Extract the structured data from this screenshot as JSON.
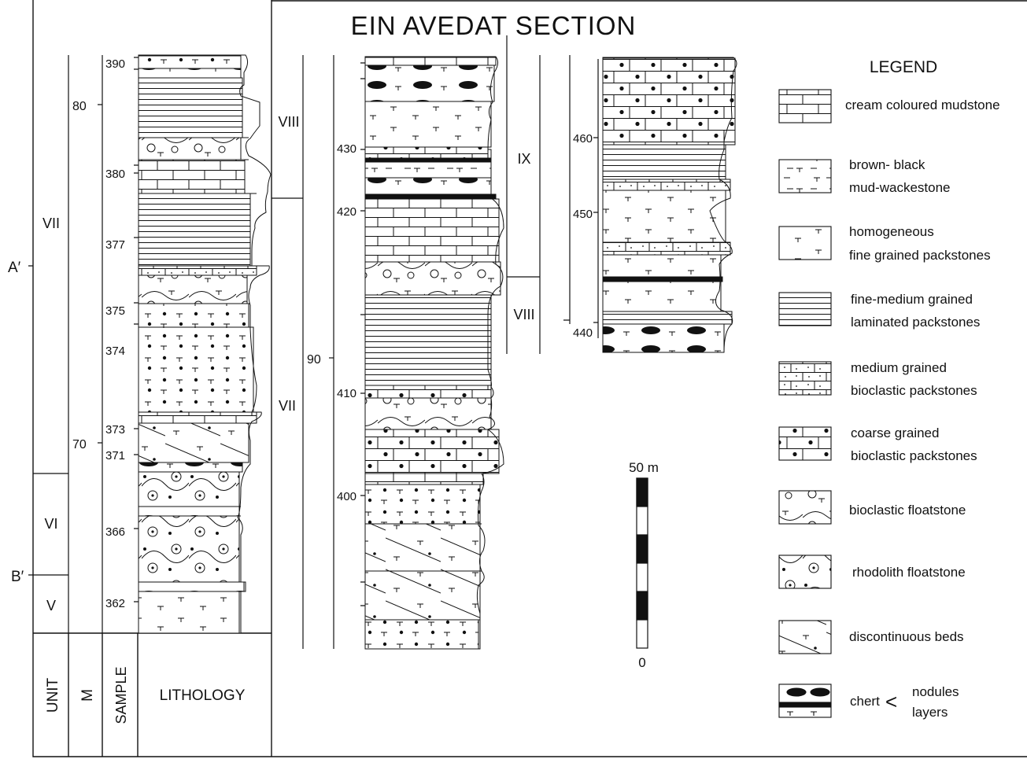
{
  "title": "EIN AVEDAT SECTION",
  "header": {
    "unit": "UNIT",
    "m": "M",
    "sample": "SAMPLE",
    "lithology": "LITHOLOGY"
  },
  "markers": [
    "A′",
    "B′"
  ],
  "column1": {
    "units": [
      "VII",
      "VI",
      "V"
    ],
    "meters": [
      "80",
      "70"
    ],
    "samples": [
      "390",
      "380",
      "377",
      "375",
      "374",
      "373",
      "371",
      "366",
      "362"
    ]
  },
  "column2": {
    "units": [
      "VIII",
      "VII"
    ],
    "meters": [
      "90"
    ],
    "samples": [
      "430",
      "420",
      "410",
      "400"
    ],
    "units_right": [
      "IX",
      "VIII"
    ]
  },
  "column3": {
    "samples": [
      "460",
      "450",
      "440"
    ]
  },
  "scale": {
    "top": "50 m",
    "bottom": "0"
  },
  "legend": {
    "title": "LEGEND",
    "items": [
      {
        "lines": [
          "cream coloured mudstone"
        ]
      },
      {
        "lines": [
          "brown- black",
          "mud-wackestone"
        ]
      },
      {
        "lines": [
          "homogeneous",
          "fine grained packstones"
        ]
      },
      {
        "lines": [
          "fine-medium grained",
          "laminated packstones"
        ]
      },
      {
        "lines": [
          "medium grained",
          "bioclastic packstones"
        ]
      },
      {
        "lines": [
          "coarse grained",
          "bioclastic packstones"
        ]
      },
      {
        "lines": [
          "bioclastic floatstone"
        ]
      },
      {
        "lines": [
          "rhodolith floatstone"
        ]
      },
      {
        "lines": [
          "discontinuous beds"
        ]
      }
    ],
    "chert": {
      "label": "chert",
      "symbol": "<",
      "sub": [
        "nodules",
        "layers"
      ]
    }
  }
}
